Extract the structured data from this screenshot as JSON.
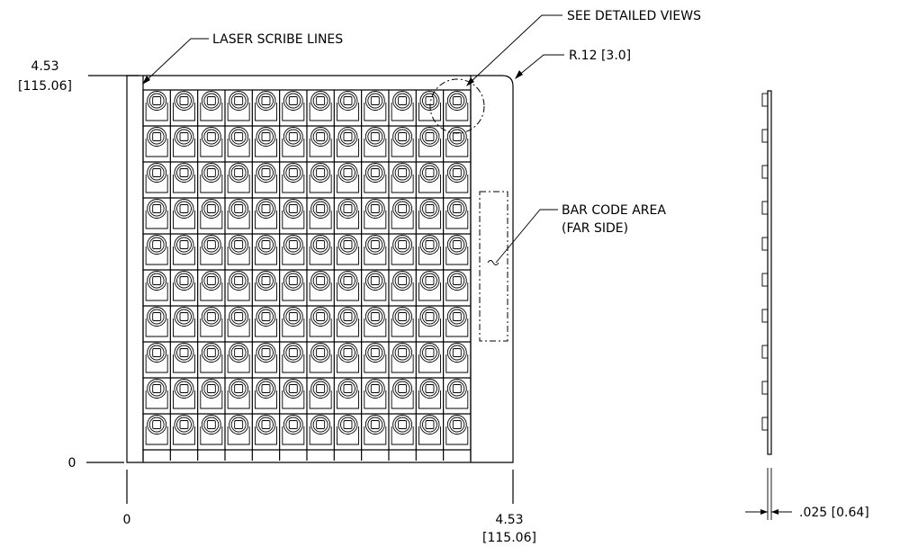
{
  "annotations": {
    "dim_top_inch": "4.53",
    "dim_top_mm": "[115.06]",
    "dim_left_zero": "0",
    "dim_bottom_zero": "0",
    "dim_bottom_inch": "4.53",
    "dim_bottom_mm": "[115.06]",
    "laser_label": "LASER SCRIBE LINES",
    "detail_label": "SEE DETAILED VIEWS",
    "radius_label": "R.12 [3.0]",
    "barcode_line1": "BAR CODE AREA",
    "barcode_line2": "(FAR SIDE)",
    "thickness_label": ".025 [0.64]"
  },
  "grid": {
    "columns": 12,
    "rows": 10
  },
  "side_view": {
    "tabs": 10
  }
}
